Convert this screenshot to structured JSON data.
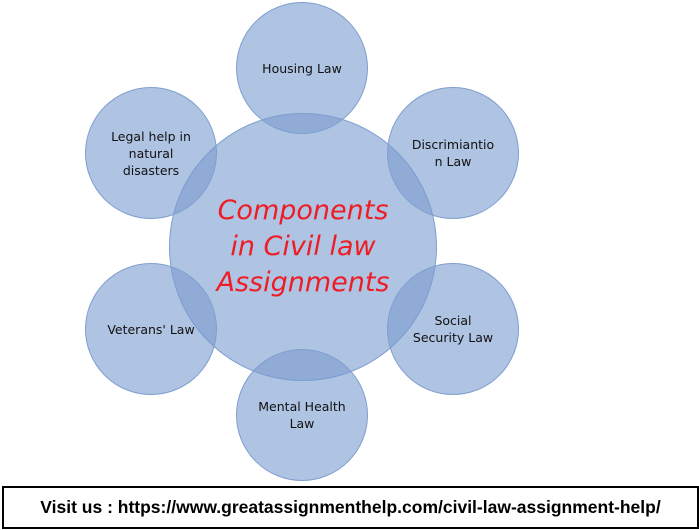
{
  "diagram": {
    "center": {
      "label": "Components\nin Civil law\nAssignments"
    },
    "components": [
      {
        "label": "Housing Law"
      },
      {
        "label": "Discrimiantio\nn Law"
      },
      {
        "label": "Social\nSecurity Law"
      },
      {
        "label": "Mental Health\nLaw"
      },
      {
        "label": "Veterans' Law"
      },
      {
        "label": "Legal help in\nnatural\ndisasters"
      }
    ],
    "colors": {
      "circle_fill": "#7a9bce",
      "circle_border": "#7f9fd0",
      "center_text": "#ee1c24"
    }
  },
  "footer": {
    "text": "Visit us : https://www.greatassignmenthelp.com/civil-law-assignment-help/"
  }
}
